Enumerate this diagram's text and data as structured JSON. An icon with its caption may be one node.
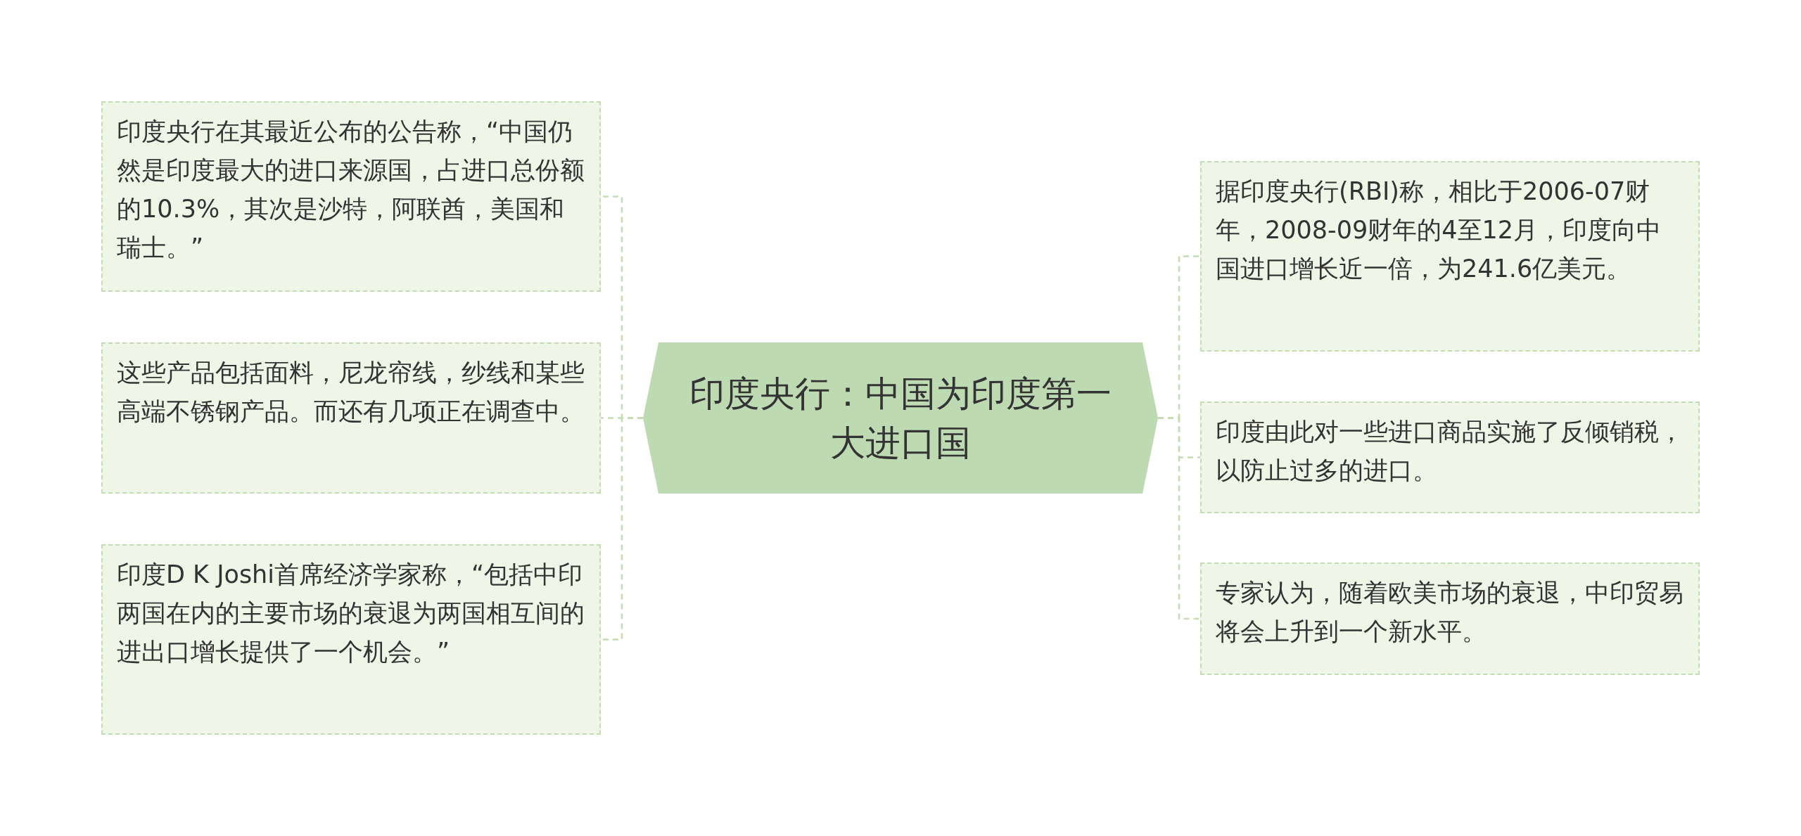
{
  "diagram": {
    "nodes": [
      {
        "text": [
          "印度央行：中国为印度第一大进口国"
        ]
      },
      {
        "text": [
          "印度央行在其最近公布的公告称，“中国仍然是印度最大的进口来源国，占进口总份额的10.3%，其次是沙特，阿联酋，美国和瑞士。”"
        ]
      },
      {
        "text": [
          "这些产品包括面料，尼龙帘线，纱线和某些高端不锈钢产品。而还有几项正在调查中。"
        ]
      },
      {
        "text": [
          "印度D K Joshi首席经济学家称，“包括中印两国在内的主要市场的衰退为两国相互间的进出口增长提供了一个机会。”"
        ]
      },
      {
        "text": [
          "据印度央行(RBI)称，相比于2006-07财年，2008-09财年的4至12月，印度向中国进口增长近一倍，为241.6亿美元。"
        ]
      },
      {
        "text": [
          "印度由此对一些进口商品实施了反倾销税，以防止过多的进口。"
        ]
      },
      {
        "text": [
          "专家认为，随着欧美市场的衰退，中印贸易将会上升到一个新水平。"
        ]
      }
    ],
    "edges": [
      {
        "from": 0,
        "to": 1,
        "arrow": "none",
        "style": "dashed"
      },
      {
        "from": 0,
        "to": 2,
        "arrow": "none",
        "style": "dashed"
      },
      {
        "from": 0,
        "to": 3,
        "arrow": "none",
        "style": "dashed"
      },
      {
        "from": 0,
        "to": 4,
        "arrow": "none",
        "style": "dashed"
      },
      {
        "from": 0,
        "to": 5,
        "arrow": "none",
        "style": "dashed"
      },
      {
        "from": 0,
        "to": 6,
        "arrow": "none",
        "style": "dashed"
      }
    ]
  }
}
